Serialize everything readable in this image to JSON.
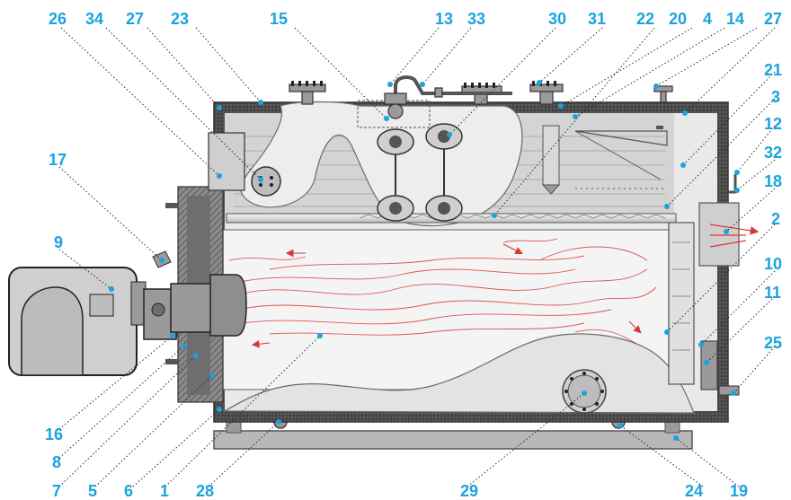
{
  "diagram": {
    "title": "",
    "callouts": [
      {
        "id": "c26",
        "text": "26"
      },
      {
        "id": "c34",
        "text": "34"
      },
      {
        "id": "c27a",
        "text": "27"
      },
      {
        "id": "c23",
        "text": "23"
      },
      {
        "id": "c15",
        "text": "15"
      },
      {
        "id": "c13",
        "text": "13"
      },
      {
        "id": "c33",
        "text": "33"
      },
      {
        "id": "c30",
        "text": "30"
      },
      {
        "id": "c31",
        "text": "31"
      },
      {
        "id": "c22",
        "text": "22"
      },
      {
        "id": "c20",
        "text": "20"
      },
      {
        "id": "c4",
        "text": "4"
      },
      {
        "id": "c14",
        "text": "14"
      },
      {
        "id": "c27b",
        "text": "27"
      },
      {
        "id": "c21",
        "text": "21"
      },
      {
        "id": "c3",
        "text": "3"
      },
      {
        "id": "c12",
        "text": "12"
      },
      {
        "id": "c32",
        "text": "32"
      },
      {
        "id": "c18",
        "text": "18"
      },
      {
        "id": "c2",
        "text": "2"
      },
      {
        "id": "c10",
        "text": "10"
      },
      {
        "id": "c11",
        "text": "11"
      },
      {
        "id": "c25",
        "text": "25"
      },
      {
        "id": "c17",
        "text": "17"
      },
      {
        "id": "c9",
        "text": "9"
      },
      {
        "id": "c16",
        "text": "16"
      },
      {
        "id": "c8",
        "text": "8"
      },
      {
        "id": "c7",
        "text": "7"
      },
      {
        "id": "c5",
        "text": "5"
      },
      {
        "id": "c6",
        "text": "6"
      },
      {
        "id": "c1",
        "text": "1"
      },
      {
        "id": "c28",
        "text": "28"
      },
      {
        "id": "c29",
        "text": "29"
      },
      {
        "id": "c24",
        "text": "24"
      },
      {
        "id": "c19",
        "text": "19"
      }
    ],
    "colors": {
      "callout": "#1aa3df",
      "flame": "#d9383a",
      "shell": "#e6e6e6",
      "metal": "#9a9a9a",
      "insulation": "#555555"
    }
  }
}
